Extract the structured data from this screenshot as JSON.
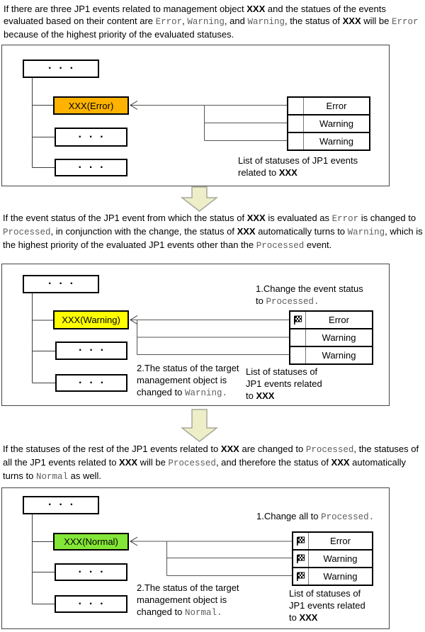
{
  "colors": {
    "error_box": "#FFB300",
    "warning_box": "#FFFF00",
    "normal_box": "#84E637",
    "block_arrow_fill": "#EEEFC9",
    "block_arrow_stroke": "#A8A89A",
    "mono_text": "#5D5D5D"
  },
  "paragraphs": {
    "p1": [
      {
        "t": "If there are three JP1 events related to management object "
      },
      {
        "t": "XXX",
        "s": "b"
      },
      {
        "t": " and the statues of the events evaluated based on their content are "
      },
      {
        "t": "Error",
        "s": "m"
      },
      {
        "t": ", "
      },
      {
        "t": "Warning",
        "s": "m"
      },
      {
        "t": ", and "
      },
      {
        "t": "Warning",
        "s": "m"
      },
      {
        "t": ", the status of "
      },
      {
        "t": "XXX",
        "s": "b"
      },
      {
        "t": " will be "
      },
      {
        "t": "Error",
        "s": "m"
      },
      {
        "t": " because of the highest priority of the evaluated statuses."
      }
    ],
    "p2": [
      {
        "t": "If the event status of the JP1 event from which the status of "
      },
      {
        "t": "XXX",
        "s": "b"
      },
      {
        "t": " is evaluated as "
      },
      {
        "t": "Error",
        "s": "m"
      },
      {
        "t": " is changed to "
      },
      {
        "t": "Processed",
        "s": "m"
      },
      {
        "t": ", in conjunction with the change, the status of "
      },
      {
        "t": "XXX",
        "s": "b"
      },
      {
        "t": " automatically turns to "
      },
      {
        "t": "Warning",
        "s": "m"
      },
      {
        "t": ", which is the highest priority of the evaluated JP1 events other than the "
      },
      {
        "t": "Processed",
        "s": "m"
      },
      {
        "t": " event."
      }
    ],
    "p3": [
      {
        "t": "If the statuses of the rest of the JP1 events related to "
      },
      {
        "t": "XXX",
        "s": "b"
      },
      {
        "t": " are changed to "
      },
      {
        "t": "Processed",
        "s": "m"
      },
      {
        "t": ", the statuses of all the JP1 events related to "
      },
      {
        "t": "XXX",
        "s": "b"
      },
      {
        "t": " will be "
      },
      {
        "t": "Processed",
        "s": "m"
      },
      {
        "t": ", and therefore the status of "
      },
      {
        "t": "XXX",
        "s": "b"
      },
      {
        "t": " automatically turns to "
      },
      {
        "t": "Normal",
        "s": "m"
      },
      {
        "t": " as well."
      }
    ]
  },
  "panels": [
    {
      "dots": "···",
      "node": {
        "label": "XXX(Error)",
        "color": "#FFB300"
      },
      "table": {
        "rows": [
          {
            "flag": false,
            "label": "Error"
          },
          {
            "flag": false,
            "label": "Warning"
          },
          {
            "flag": false,
            "label": "Warning"
          }
        ]
      },
      "caption_lines": [
        [
          {
            "t": "List of statuses of JP1 events"
          }
        ],
        [
          {
            "t": "related to "
          },
          {
            "t": "XXX",
            "s": "b"
          }
        ]
      ]
    },
    {
      "dots": "···",
      "node": {
        "label": "XXX(Warning)",
        "color": "#FFFF00"
      },
      "step1_lines": [
        [
          {
            "t": "1.Change the event status"
          }
        ],
        [
          {
            "t": "to "
          },
          {
            "t": "Processed.",
            "s": "m"
          }
        ]
      ],
      "step2_lines": [
        [
          {
            "t": "2.The status of the target"
          }
        ],
        [
          {
            "t": "management object is"
          }
        ],
        [
          {
            "t": "changed to "
          },
          {
            "t": "Warning.",
            "s": "m"
          }
        ]
      ],
      "table": {
        "rows": [
          {
            "flag": true,
            "label": "Error"
          },
          {
            "flag": false,
            "label": "Warning"
          },
          {
            "flag": false,
            "label": "Warning"
          }
        ]
      },
      "caption_lines": [
        [
          {
            "t": "List of statuses of"
          }
        ],
        [
          {
            "t": "JP1 events related"
          }
        ],
        [
          {
            "t": "to "
          },
          {
            "t": "XXX",
            "s": "b"
          }
        ]
      ]
    },
    {
      "dots": "···",
      "node": {
        "label": "XXX(Normal)",
        "color": "#84E637"
      },
      "step1_lines": [
        [
          {
            "t": "1.Change all to "
          },
          {
            "t": "Processed.",
            "s": "m"
          }
        ]
      ],
      "step2_lines": [
        [
          {
            "t": "2.The status of the target"
          }
        ],
        [
          {
            "t": "management object is"
          }
        ],
        [
          {
            "t": "changed to "
          },
          {
            "t": "Normal.",
            "s": "m"
          }
        ]
      ],
      "table": {
        "rows": [
          {
            "flag": true,
            "label": "Error"
          },
          {
            "flag": true,
            "label": "Warning"
          },
          {
            "flag": true,
            "label": "Warning"
          }
        ]
      },
      "caption_lines": [
        [
          {
            "t": "List of statuses of"
          }
        ],
        [
          {
            "t": "JP1 events related"
          }
        ],
        [
          {
            "t": "to "
          },
          {
            "t": "XXX",
            "s": "b"
          }
        ]
      ]
    }
  ],
  "icons": {
    "processed_flag": "checkered-flag-icon",
    "down_arrow": "down-block-arrow"
  }
}
